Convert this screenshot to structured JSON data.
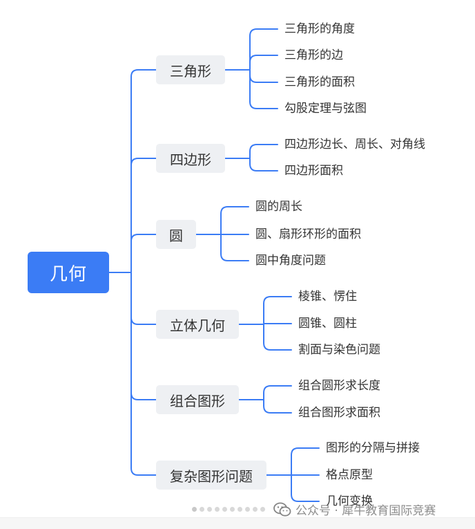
{
  "root": {
    "label": "几何"
  },
  "branches": [
    {
      "label": "三角形",
      "children": [
        "三角形的角度",
        "三角形的边",
        "三角形的面积",
        "勾股定理与弦图"
      ]
    },
    {
      "label": "四边形",
      "children": [
        "四边形边长、周长、对角线",
        "四边形面积"
      ]
    },
    {
      "label": "圆",
      "children": [
        "圆的周长",
        "圆、扇形环形的面积",
        "圆中角度问题"
      ]
    },
    {
      "label": "立体几何",
      "children": [
        "棱锥、愣住",
        "圆锥、圆柱",
        "割面与染色问题"
      ]
    },
    {
      "label": "组合图形",
      "children": [
        "组合圆形求长度",
        "组合图形求面积"
      ]
    },
    {
      "label": "复杂图形问题",
      "children": [
        "图形的分隔与拼接",
        "格点原型",
        "几何变换"
      ]
    }
  ],
  "watermark": {
    "text": "公众号 · 犀牛教育国际竞赛",
    "icon": "wechat-icon"
  },
  "colors": {
    "line": "#3b7cf5",
    "root": "#3b7cf5",
    "branch_bg": "#eef0f3"
  }
}
